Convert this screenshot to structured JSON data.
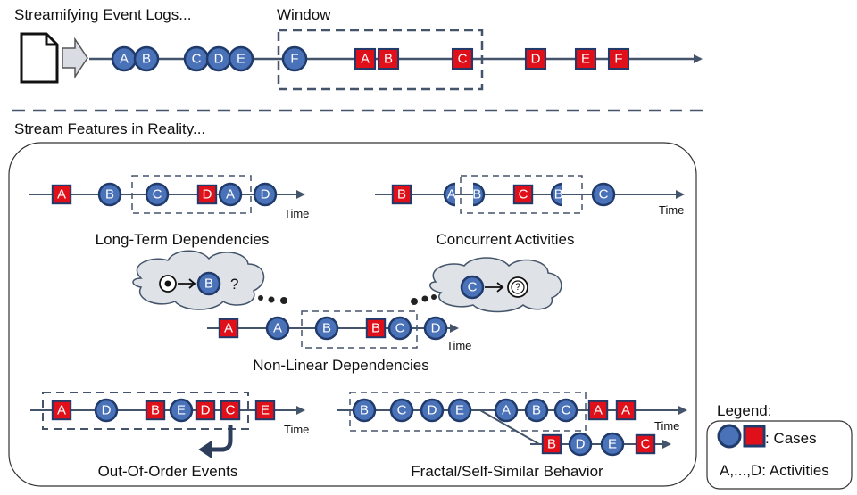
{
  "title_top": "Streamifying Event Logs...",
  "window_label": "Window",
  "title_bottom": "Stream Features in Reality...",
  "time_label": "Time",
  "legend": {
    "title": "Legend:",
    "cases_label": ": Cases",
    "activities_label": "A,...,D:  Activities"
  },
  "colors": {
    "circle_fill": "#4a72b8",
    "circle_stroke": "#1f3a6b",
    "square_fill": "#e0101a",
    "square_stroke": "#1f3a6b",
    "line": "#44546a"
  },
  "main_stream": {
    "events": [
      {
        "t": "circle",
        "l": "A"
      },
      {
        "t": "circle",
        "l": "B"
      },
      {
        "t": "circle",
        "l": "C"
      },
      {
        "t": "circle",
        "l": "D"
      },
      {
        "t": "circle",
        "l": "E"
      },
      {
        "t": "circle",
        "l": "F"
      },
      {
        "t": "square",
        "l": "A"
      },
      {
        "t": "square",
        "l": "B"
      },
      {
        "t": "square",
        "l": "C"
      },
      {
        "t": "square",
        "l": "D"
      },
      {
        "t": "square",
        "l": "E"
      },
      {
        "t": "square",
        "l": "F"
      }
    ]
  },
  "panels": {
    "long_term": {
      "caption": "Long-Term Dependencies",
      "events": [
        {
          "t": "square",
          "l": "A"
        },
        {
          "t": "circle",
          "l": "B"
        },
        {
          "t": "circle",
          "l": "C"
        },
        {
          "t": "square",
          "l": "D"
        },
        {
          "t": "circle",
          "l": "A"
        },
        {
          "t": "circle",
          "l": "D"
        }
      ]
    },
    "concurrent": {
      "caption": "Concurrent Activities",
      "events": [
        {
          "t": "square",
          "l": "B"
        },
        {
          "t": "circle",
          "l": "A"
        },
        {
          "t": "circle",
          "l": "B"
        },
        {
          "t": "square",
          "l": "C"
        },
        {
          "t": "circle",
          "l": "B"
        },
        {
          "t": "circle",
          "l": "C"
        }
      ]
    },
    "non_linear": {
      "caption": "Non-Linear Dependencies",
      "cloud_left_symbol": "?",
      "cloud_left_circle": "B",
      "cloud_right_circle": "C",
      "cloud_right_symbol": "?",
      "events": [
        {
          "t": "square",
          "l": "A"
        },
        {
          "t": "circle",
          "l": "A"
        },
        {
          "t": "circle",
          "l": "B"
        },
        {
          "t": "square",
          "l": "B"
        },
        {
          "t": "circle",
          "l": "C"
        },
        {
          "t": "circle",
          "l": "D"
        }
      ]
    },
    "out_of_order": {
      "caption": "Out-Of-Order Events",
      "events": [
        {
          "t": "square",
          "l": "A"
        },
        {
          "t": "circle",
          "l": "D"
        },
        {
          "t": "square",
          "l": "B"
        },
        {
          "t": "circle",
          "l": "E"
        },
        {
          "t": "square",
          "l": "D"
        },
        {
          "t": "square",
          "l": "C"
        },
        {
          "t": "square",
          "l": "E"
        }
      ]
    },
    "fractal": {
      "caption": "Fractal/Self-Similar Behavior",
      "events_top": [
        {
          "t": "circle",
          "l": "B"
        },
        {
          "t": "circle",
          "l": "C"
        },
        {
          "t": "circle",
          "l": "D"
        },
        {
          "t": "circle",
          "l": "E"
        },
        {
          "t": "circle",
          "l": "A"
        },
        {
          "t": "circle",
          "l": "B"
        },
        {
          "t": "circle",
          "l": "C"
        },
        {
          "t": "square",
          "l": "A"
        },
        {
          "t": "square",
          "l": "A"
        }
      ],
      "events_branch": [
        {
          "t": "square",
          "l": "B"
        },
        {
          "t": "circle",
          "l": "D"
        },
        {
          "t": "circle",
          "l": "E"
        },
        {
          "t": "square",
          "l": "C"
        }
      ]
    }
  }
}
